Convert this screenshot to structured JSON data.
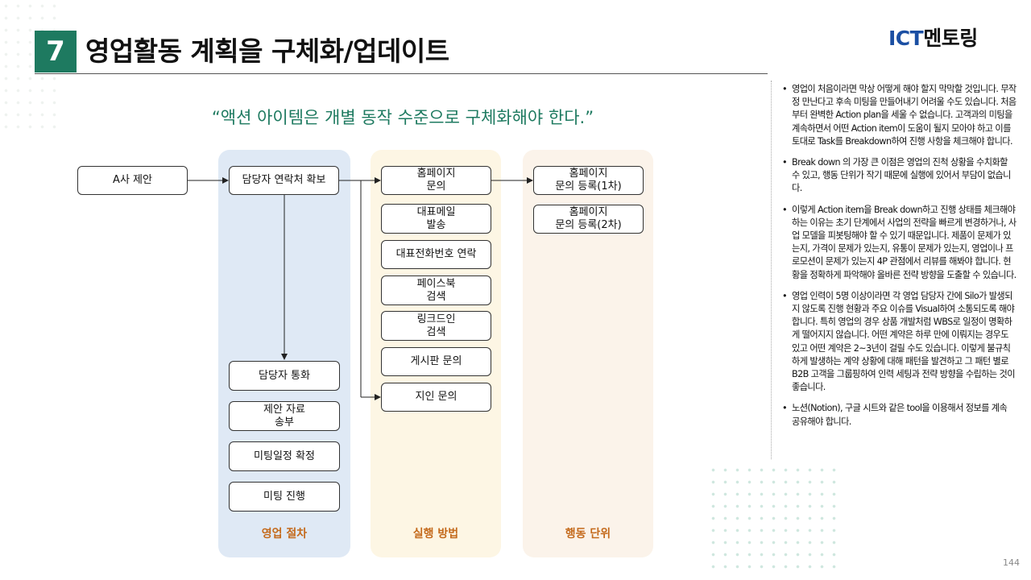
{
  "header": {
    "number": "7",
    "title": "영업활동 계획을 구체화/업데이트",
    "logo_ict": "ICT",
    "logo_rest": "멘토링"
  },
  "quote": "“액션 아이템은 개별 동작 수준으로 구체화해야 한다.”",
  "diagram": {
    "start_box": "A사 제안",
    "columns": [
      {
        "label": "영업 절차",
        "color": "#dfe9f5"
      },
      {
        "label": "실행 방법",
        "color": "#fdf6e4"
      },
      {
        "label": "행동 단위",
        "color": "#fbf3ea"
      }
    ],
    "procedure": {
      "top": "담당자 연락처 확보",
      "items": [
        "담당자 통화",
        "제안 자료\n송부",
        "미팅일정 확정",
        "미팅 진행"
      ]
    },
    "methods": [
      "홈페이지\n문의",
      "대표메일\n발송",
      "대표전화번호 연락",
      "페이스북\n검색",
      "링크드인\n검색",
      "게시판 문의",
      "지인 문의"
    ],
    "actions": [
      "홈페이지\n문의 등록(1차)",
      "홈페이지\n문의 등록(2차)"
    ]
  },
  "notes": [
    "영업이 처음이라면 막상 어떻게 해야 할지 막막할 것입니다. 무작정 만난다고 후속 미팅을 만들어내기 어려울 수도 있습니다. 처음부터 완벽한 Action plan을 세울 수 없습니다. 고객과의 미팅을 계속하면서 어떤 Action item이 도움이 될지 모아야 하고 이를 토대로 Task를 Breakdown하여 진행 사항을 체크해야 합니다.",
    "Break down 의 가장 큰 이점은 영업의 진척 상황을 수치화할 수 있고, 행동 단위가 작기 때문에 실행에 있어서 부담이 없습니다.",
    "이렇게 Action item을 Break down하고 진행 상태를 체크해야 하는 이유는 초기 단계에서 사업의 전략을 빠르게 변경하거나, 사업 모델을 피봇팅해야 할 수 있기 때문입니다. 제품이 문제가 있는지, 가격이 문제가 있는지, 유통이 문제가 있는지, 영업이나 프로모션이 문제가 있는지 4P 관점에서 리뷰를 해봐야 합니다. 현황을 정확하게 파악해야 올바른 전략 방향을 도출할 수 있습니다.",
    "영업 인력이 5명 이상이라면 각 영업 담당자 간에 Silo가 발생되지 않도록 진행 현황과 주요 이슈를 Visual하여 소통되도록 해야 합니다. 특히 영업의 경우 상품 개발처럼 WBS로 일정이 명확하게 떨어지지 않습니다. 어떤 계약은 하루 만에 이뤄지는 경우도 있고 어떤 계약은 2~3년이 걸릴 수도 있습니다. 이렇게 불규칙하게 발생하는 계약 상황에 대해 패턴을 발견하고 그 패턴 별로 B2B 고객을 그룹핑하여 인력 세팅과 전략 방향을 수립하는 것이 좋습니다.",
    "노션(Notion), 구글 시트와 같은 tool을 이용해서 정보를 계속 공유해야 합니다."
  ],
  "page_number": "144",
  "colors": {
    "accent_green": "#1e7a60",
    "logo_blue": "#1b4fa3",
    "label_orange": "#c46a1c"
  }
}
